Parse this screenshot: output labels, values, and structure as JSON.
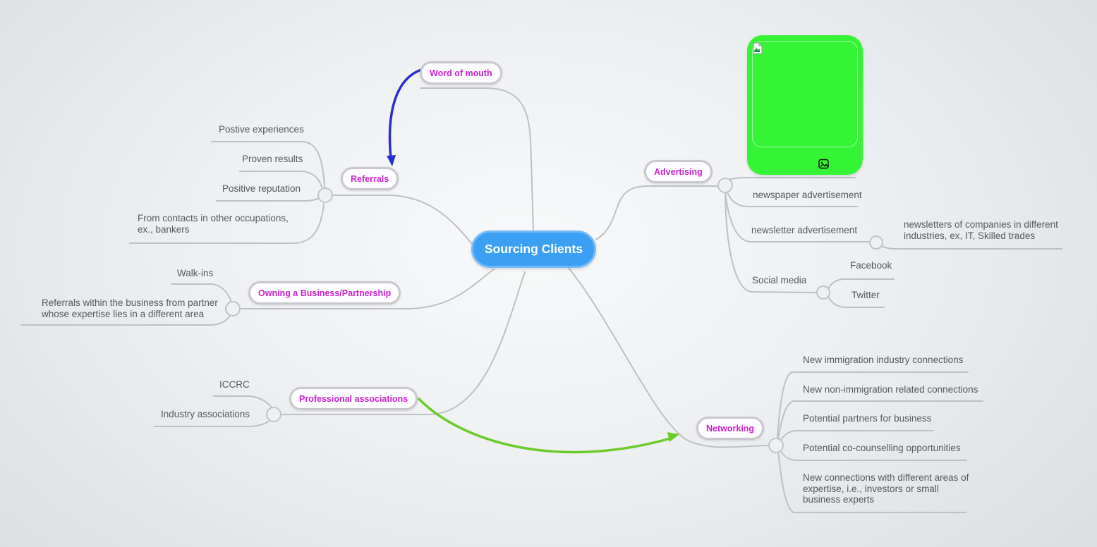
{
  "canvas": {
    "background_edge": "#dde0e3",
    "background_center": "#f8f9fa"
  },
  "colors": {
    "center_fill": "#3ba0f3",
    "center_border": "#74baf6",
    "branch_label_text": "#cb21cb",
    "child_text": "#56595d",
    "wire": "#bec0c2",
    "arrow_blue": "#2a2ecf",
    "arrow_green": "#6bcc29",
    "image_node_fill": "#35f435"
  },
  "center": {
    "label": "Sourcing Clients"
  },
  "branches": {
    "word_of_mouth": {
      "label": "Word of mouth"
    },
    "referrals": {
      "label": "Referrals",
      "children": [
        "Postive experiences",
        "Proven results",
        "Positive reputation",
        "From contacts in other occupations, ex., bankers"
      ]
    },
    "owning_business": {
      "label": "Owning a Business/Partnership",
      "children": [
        "Walk-ins",
        "Referrals within the business from partner whose expertise lies in a different area"
      ]
    },
    "professional_associations": {
      "label": "Professional associations",
      "children": [
        "ICCRC",
        "Industry associations"
      ]
    },
    "advertising": {
      "label": "Advertising",
      "children": [
        "newspaper advertisement",
        "newsletter advertisement",
        "Social media"
      ],
      "newsletter_children": [
        "newsletters of companies in different industries, ex, IT, Skilled trades"
      ],
      "social_media_children": [
        "Facebook",
        "Twitter"
      ]
    },
    "networking": {
      "label": "Networking",
      "children": [
        "New immigration industry connections",
        "New non-immigration related connections",
        "Potential partners for business",
        "Potential co-counselling opportunities",
        "New connections with different areas of expertise, i.e., investors or small business experts"
      ]
    }
  },
  "icons": {
    "broken_image": "broken-image-icon",
    "image_placeholder": "image-icon"
  }
}
